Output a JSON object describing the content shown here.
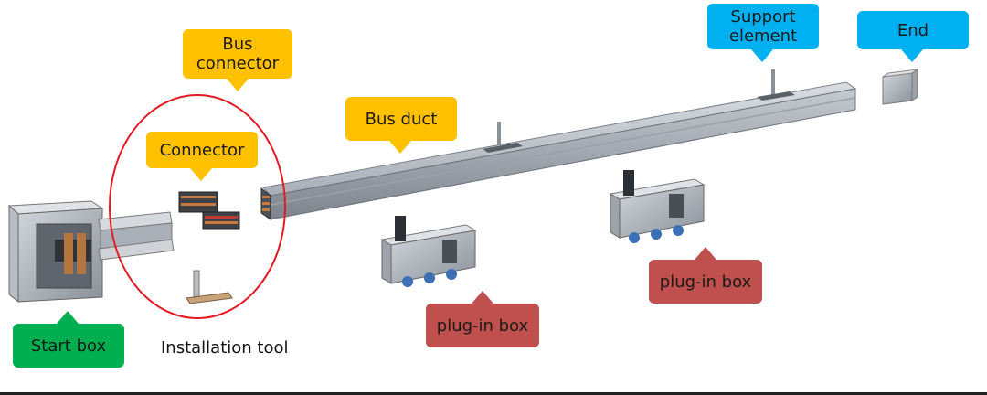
{
  "labels": {
    "bus_connector": "Bus\nconnector",
    "connector": "Connector",
    "bus_duct": "Bus duct",
    "support_element": "Support\nelement",
    "end": "End",
    "start_box": "Start box",
    "installation_tool": "Installation tool",
    "plug_in_box_1": "plug-in box",
    "plug_in_box_2": "plug-in box"
  },
  "colors": {
    "yellow": "#ffc000",
    "blue": "#00b0f0",
    "green": "#00b050",
    "red": "#c0504d",
    "ellipse": "#e31b23"
  }
}
